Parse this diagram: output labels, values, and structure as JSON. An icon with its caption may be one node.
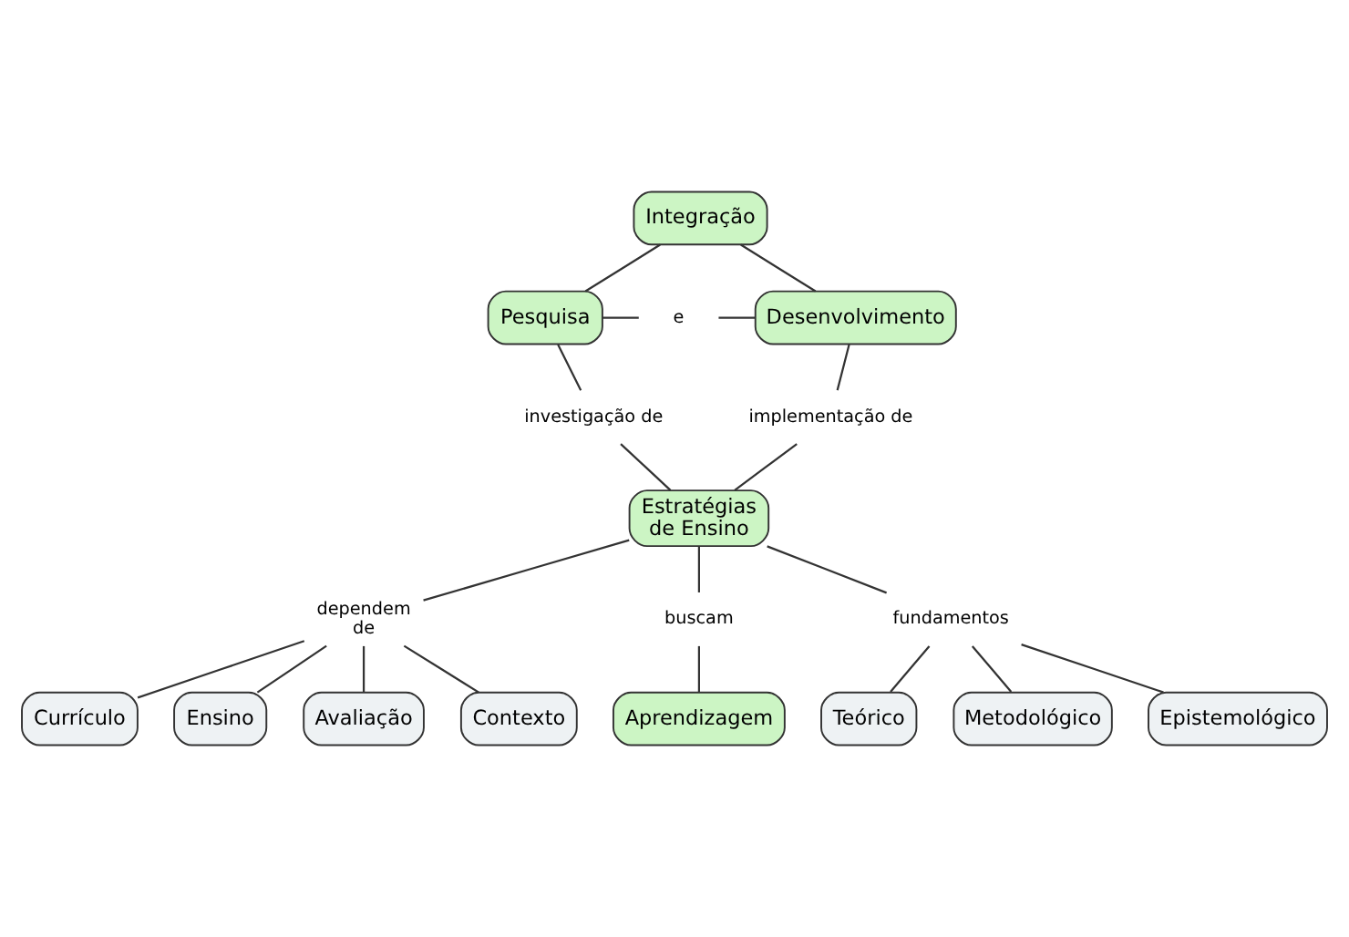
{
  "diagram": {
    "nodes": [
      {
        "text": [
          "Integração"
        ]
      },
      {
        "text": [
          "Pesquisa"
        ]
      },
      {
        "text": [
          "e"
        ]
      },
      {
        "text": [
          "Desenvolvimento"
        ]
      },
      {
        "text": [
          "investigação de"
        ]
      },
      {
        "text": [
          "implementação de"
        ]
      },
      {
        "text": [
          "Estratégias de Ensino"
        ]
      },
      {
        "text": [
          "Currículo"
        ]
      },
      {
        "text": [
          "dependem de"
        ]
      },
      {
        "text": [
          "buscam"
        ]
      },
      {
        "text": [
          "fundamentos"
        ]
      },
      {
        "text": [
          "Teórico"
        ]
      },
      {
        "text": [
          "Ensino"
        ]
      },
      {
        "text": [
          "Metodológico"
        ]
      },
      {
        "text": [
          "Aprendizagem"
        ]
      },
      {
        "text": [
          "Avaliação"
        ]
      },
      {
        "text": [
          "Contexto"
        ]
      },
      {
        "text": [
          "Epistemológico"
        ]
      }
    ],
    "edges": [
      {
        "from": 0,
        "to": 1,
        "arrow": "none"
      },
      {
        "from": 0,
        "to": 3,
        "arrow": "none"
      },
      {
        "from": 1,
        "to": 2,
        "arrow": "none"
      },
      {
        "from": 2,
        "to": 3,
        "arrow": "none"
      },
      {
        "from": 1,
        "to": 4,
        "arrow": "none"
      },
      {
        "from": 4,
        "to": 6,
        "arrow": "none"
      },
      {
        "from": 3,
        "to": 5,
        "arrow": "none"
      },
      {
        "from": 5,
        "to": 6,
        "arrow": "none"
      },
      {
        "from": 6,
        "to": 8,
        "arrow": "none"
      },
      {
        "from": 8,
        "to": 7,
        "arrow": "none"
      },
      {
        "from": 8,
        "to": 12,
        "arrow": "none"
      },
      {
        "from": 8,
        "to": 15,
        "arrow": "none"
      },
      {
        "from": 8,
        "to": 16,
        "arrow": "none"
      },
      {
        "from": 6,
        "to": 9,
        "arrow": "none"
      },
      {
        "from": 9,
        "to": 14,
        "arrow": "none"
      },
      {
        "from": 6,
        "to": 10,
        "arrow": "none"
      },
      {
        "from": 10,
        "to": 11,
        "arrow": "none"
      },
      {
        "from": 10,
        "to": 13,
        "arrow": "none"
      },
      {
        "from": 10,
        "to": 17,
        "arrow": "none"
      }
    ]
  }
}
